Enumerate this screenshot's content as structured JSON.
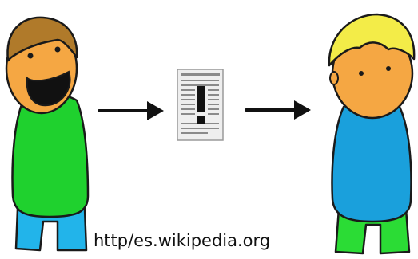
{
  "caption": "http/es.wikipedia.org",
  "colors": {
    "background": "#ffffff",
    "skin": "#f5a743",
    "skin_outline": "#1a1a1a",
    "sender_hair": "#b07a2a",
    "sender_shirt": "#1fd12e",
    "sender_pants": "#22b4ea",
    "mouth": "#111111",
    "receiver_hair": "#f3ec48",
    "receiver_shirt": "#1aa0dc",
    "receiver_pants": "#2bdc35",
    "arrow": "#111111",
    "document_paper": "#eeeeee",
    "document_lines": "#8a8a8a",
    "exclamation": "#111111"
  },
  "figures": [
    {
      "role": "sender",
      "expression": "smiling"
    },
    {
      "role": "receiver",
      "expression": "neutral"
    }
  ],
  "message_icon": "document-with-exclamation-icon",
  "arrow_icon": "arrow-right-icon"
}
